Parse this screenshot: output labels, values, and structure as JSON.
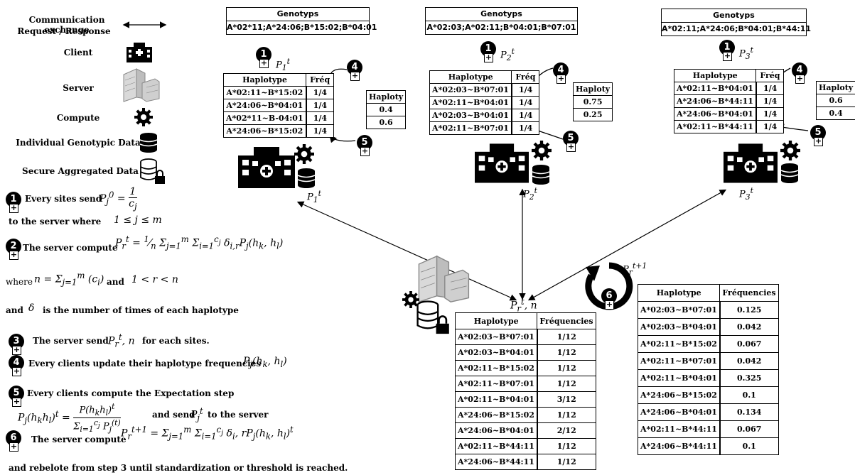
{
  "legend": {
    "communication": "Communication exchange",
    "request_response": "Request / Response",
    "client": "Client",
    "server": "Server",
    "compute": "Compute",
    "individual": "Individual Genotypic Data",
    "secure": "Secure Aggregated Data"
  },
  "steps": {
    "s1": "Every sites send",
    "s1b": "to the server where",
    "s2": "The server compute",
    "s2b": "where",
    "s2c": "and",
    "s2d": "and",
    "s2e": "is the number of times of each haplotype",
    "s3": "The server send",
    "s3b": "for each sites.",
    "s4": "Every clients update their haplotype frequencies",
    "s5": "Every clients compute the Expectation step",
    "s5b": "and send",
    "s5c": "to the server",
    "s6": "The server compute",
    "s6b": "and rebelote from step 3 until standardization or threshold is reached."
  },
  "numbers": [
    "1",
    "2",
    "3",
    "4",
    "5",
    "6"
  ],
  "plus": "+",
  "sites": [
    {
      "geno_header": "Genotyps",
      "genotype": "A*02*11;A*24:06;B*15:02;B*04:01",
      "label": "P",
      "sub": "1",
      "haplo_header": "Haplotype",
      "freq_header": "Fréq",
      "rows": [
        [
          "A*02:11~B*15:02",
          "1/4"
        ],
        [
          "A*24:06~B*04:01",
          "1/4"
        ],
        [
          "A*02*11~B-04:01",
          "1/4"
        ],
        [
          "A*24:06~B*15:02",
          "1/4"
        ]
      ],
      "hap_small_header": "Haploty",
      "hap_small": [
        "0.4",
        "0.6"
      ]
    },
    {
      "geno_header": "Genotyps",
      "genotype": "A*02:03;A*02:11;B*04:01;B*07:01",
      "label": "P",
      "sub": "2",
      "haplo_header": "Haplotype",
      "freq_header": "Fréq",
      "rows": [
        [
          "A*02:03~B*07:01",
          "1/4"
        ],
        [
          "A*02:11~B*04:01",
          "1/4"
        ],
        [
          "A*02:03~B*04:01",
          "1/4"
        ],
        [
          "A*02:11~B*07:01",
          "1/4"
        ]
      ],
      "hap_small_header": "Haploty",
      "hap_small": [
        "0.75",
        "0.25"
      ]
    },
    {
      "geno_header": "Genotyps",
      "genotype": "A*02:11;A*24:06;B*04:01;B*44:11",
      "label": "P",
      "sub": "3",
      "haplo_header": "Haplotype",
      "freq_header": "Fréq",
      "rows": [
        [
          "A*02:11~B*04:01",
          "1/4"
        ],
        [
          "A*24:06~B*44:11",
          "1/4"
        ],
        [
          "A*24:06~B*04:01",
          "1/4"
        ],
        [
          "A*02:11~B*44:11",
          "1/4"
        ]
      ],
      "hap_small_header": "Haploty",
      "hap_small": [
        "0.6",
        "0.4"
      ]
    }
  ],
  "server_table": {
    "h1": "Haplotype",
    "h2": "Fréquencies",
    "rows": [
      [
        "A*02:03~B*07:01",
        "1/12"
      ],
      [
        "A*02:03~B*04:01",
        "1/12"
      ],
      [
        "A*02:11~B*15:02",
        "1/12"
      ],
      [
        "A*02:11~B*07:01",
        "1/12"
      ],
      [
        "A*02:11~B*04:01",
        "3/12"
      ],
      [
        "A*24:06~B*15:02",
        "1/12"
      ],
      [
        "A*24:06~B*04:01",
        "2/12"
      ],
      [
        "A*02:11~B*44:11",
        "1/12"
      ],
      [
        "A*24:06~B*44:11",
        "1/12"
      ]
    ]
  },
  "result_table": {
    "h1": "Haplotype",
    "h2": "Fréquencies",
    "rows": [
      [
        "A*02:03~B*07:01",
        "0.125"
      ],
      [
        "A*02:03~B*04:01",
        "0.042"
      ],
      [
        "A*02:11~B*15:02",
        "0.067"
      ],
      [
        "A*02:11~B*07:01",
        "0.042"
      ],
      [
        "A*02:11~B*04:01",
        "0.325"
      ],
      [
        "A*24:06~B*15:02",
        "0.1"
      ],
      [
        "A*24:06~B*04:01",
        "0.134"
      ],
      [
        "A*02:11~B*44:11",
        "0.067"
      ],
      [
        "A*24:06~B*44:11",
        "0.1"
      ]
    ]
  }
}
